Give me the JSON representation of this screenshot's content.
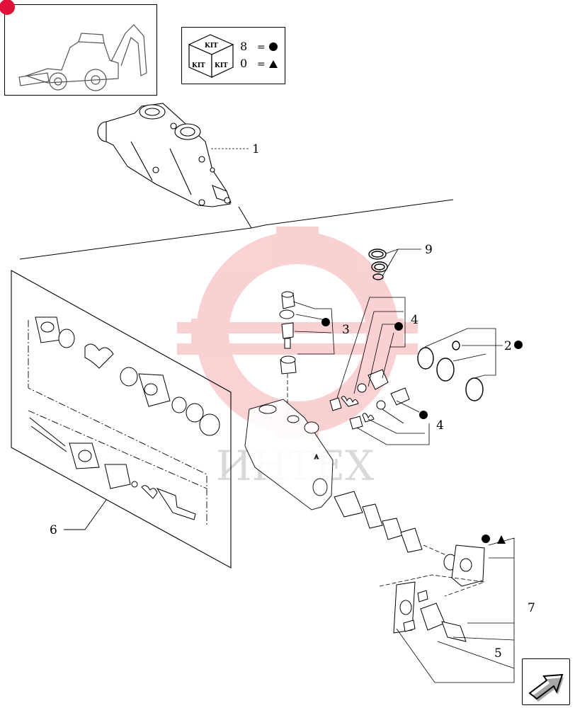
{
  "legend": {
    "kit_cube": [
      "KIT",
      "KIT",
      "KIT"
    ],
    "rows": [
      {
        "number": "8",
        "sign": "=",
        "symbol": "circle"
      },
      {
        "number": "0",
        "sign": "=",
        "symbol": "triangle"
      }
    ]
  },
  "callouts": [
    {
      "id": "1",
      "text": "1"
    },
    {
      "id": "2",
      "text": "2"
    },
    {
      "id": "3",
      "text": "3"
    },
    {
      "id": "4a",
      "text": "4"
    },
    {
      "id": "4b",
      "text": "4"
    },
    {
      "id": "5",
      "text": "5"
    },
    {
      "id": "6",
      "text": "6"
    },
    {
      "id": "7",
      "text": "7"
    },
    {
      "id": "9",
      "text": "9"
    }
  ],
  "valve_mark": "A",
  "watermark": {
    "text": "ИНТЕХ",
    "color": "#e8333a"
  },
  "colors": {
    "badge": "#e0123a",
    "lines": "#000000",
    "watermark": "#e8333a"
  },
  "icons": [
    "machine-thumbnail-icon",
    "kit-cube-icon",
    "circle-marker-icon",
    "triangle-marker-icon",
    "next-page-arrow-icon"
  ]
}
